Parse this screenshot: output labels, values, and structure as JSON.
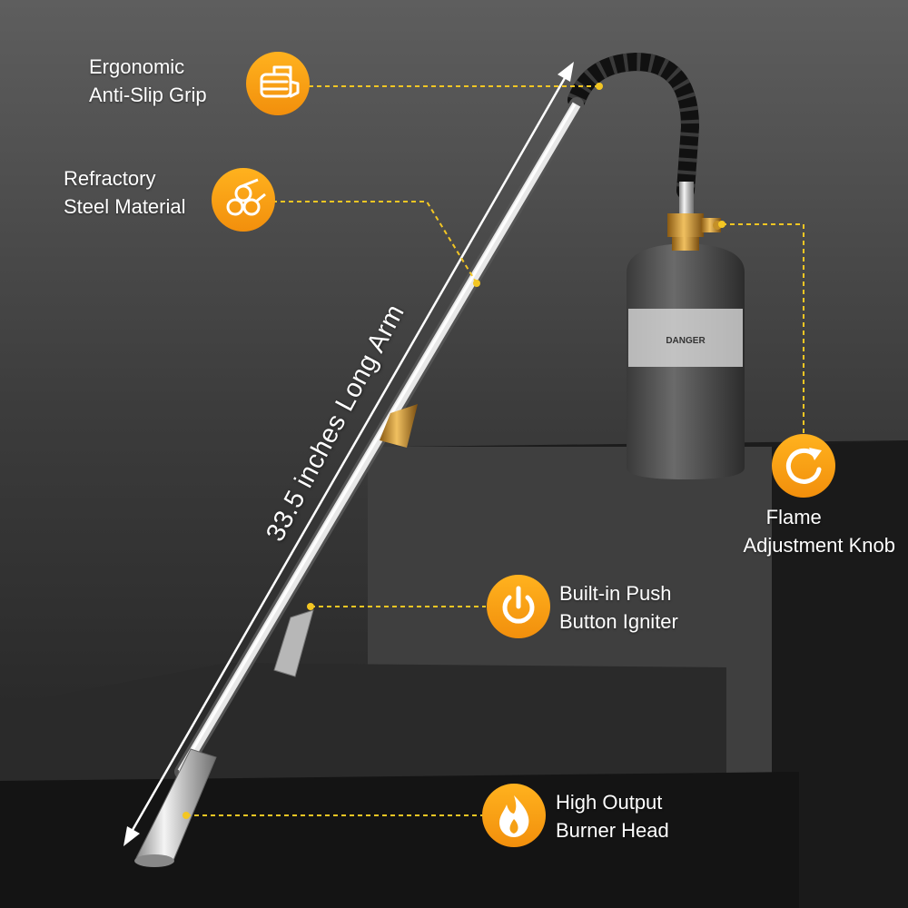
{
  "colors": {
    "accent": "#f7a21b",
    "text": "#ffffff",
    "leader": "#f3c623"
  },
  "dimension_text": "33.5 inches Long Arm",
  "features": [
    {
      "icon": "fist-grip-icon",
      "line1": "Ergonomic",
      "line2": "Anti-Slip Grip"
    },
    {
      "icon": "steel-pipes-icon",
      "line1": "Refractory",
      "line2": "Steel Material"
    },
    {
      "icon": "rotate-arrow-icon",
      "line1": "Flame",
      "line2": "Adjustment Knob"
    },
    {
      "icon": "power-button-icon",
      "line1": "Built-in Push",
      "line2": "Button Igniter"
    },
    {
      "icon": "flame-icon",
      "line1": "High Output",
      "line2": "Burner Head"
    }
  ],
  "tank": {
    "warning_label": "DANGER"
  }
}
